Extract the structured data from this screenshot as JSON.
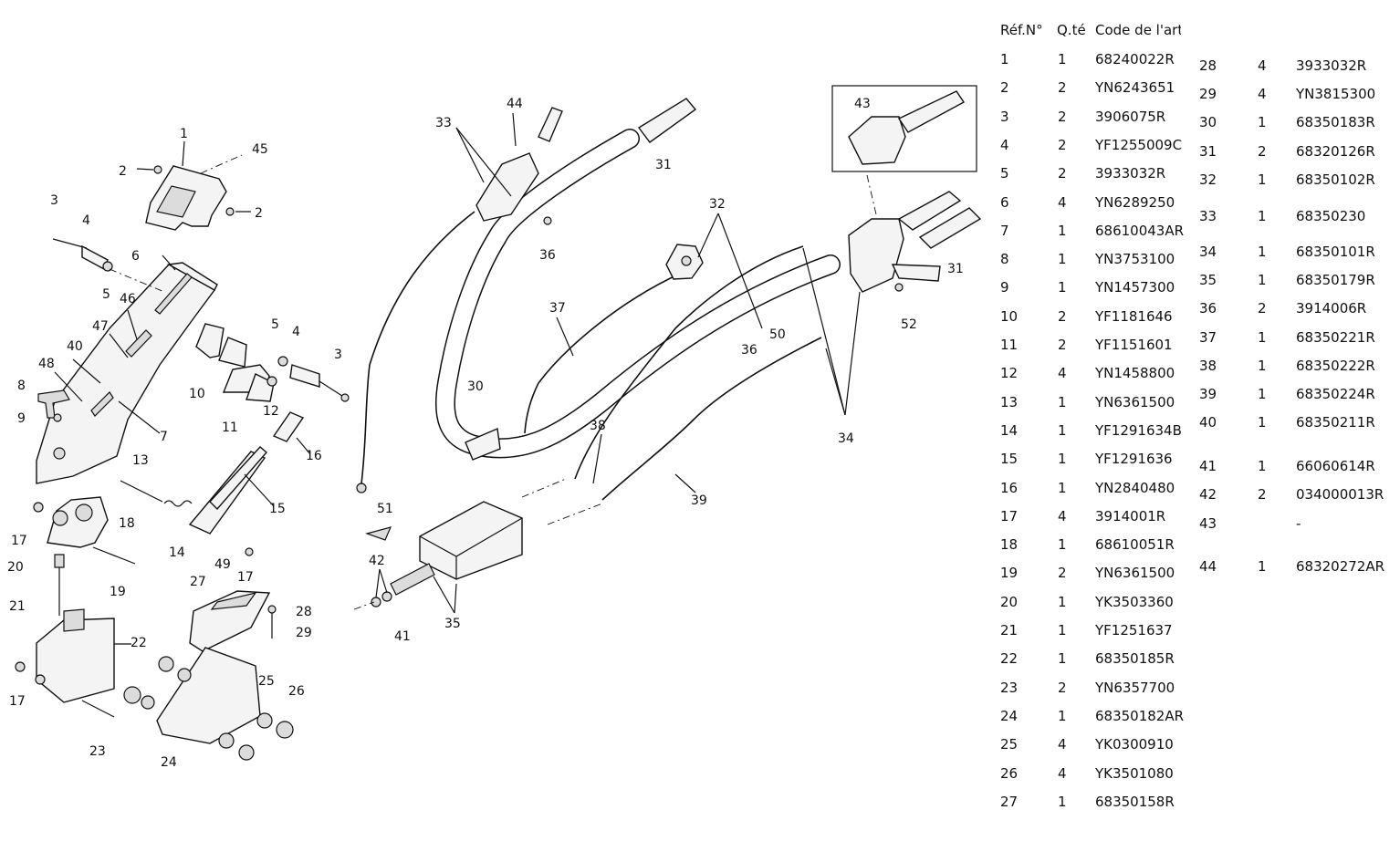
{
  "table": {
    "headers": {
      "ref": "Réf.N°",
      "qty": "Q.té",
      "code": "Code de l'art"
    },
    "rows_left": [
      {
        "ref": "1",
        "qty": "1",
        "code": "68240022R"
      },
      {
        "ref": "2",
        "qty": "2",
        "code": "YN6243651"
      },
      {
        "ref": "3",
        "qty": "2",
        "code": "3906075R"
      },
      {
        "ref": "4",
        "qty": "2",
        "code": "YF1255009C"
      },
      {
        "ref": "5",
        "qty": "2",
        "code": "3933032R"
      },
      {
        "ref": "6",
        "qty": "4",
        "code": "YN6289250"
      },
      {
        "ref": "7",
        "qty": "1",
        "code": "68610043AR"
      },
      {
        "ref": "8",
        "qty": "1",
        "code": "YN3753100"
      },
      {
        "ref": "9",
        "qty": "1",
        "code": "YN1457300"
      },
      {
        "ref": "10",
        "qty": "2",
        "code": "YF1181646"
      },
      {
        "ref": "11",
        "qty": "2",
        "code": "YF1151601"
      },
      {
        "ref": "12",
        "qty": "4",
        "code": "YN1458800"
      },
      {
        "ref": "13",
        "qty": "1",
        "code": "YN6361500"
      },
      {
        "ref": "14",
        "qty": "1",
        "code": "YF1291634B"
      },
      {
        "ref": "15",
        "qty": "1",
        "code": "YF1291636"
      },
      {
        "ref": "16",
        "qty": "1",
        "code": "YN2840480"
      },
      {
        "ref": "17",
        "qty": "4",
        "code": "3914001R"
      },
      {
        "ref": "18",
        "qty": "1",
        "code": "68610051R"
      },
      {
        "ref": "19",
        "qty": "2",
        "code": "YN6361500"
      },
      {
        "ref": "20",
        "qty": "1",
        "code": "YK3503360"
      },
      {
        "ref": "21",
        "qty": "1",
        "code": "YF1251637"
      },
      {
        "ref": "22",
        "qty": "1",
        "code": "68350185R"
      },
      {
        "ref": "23",
        "qty": "2",
        "code": "YN6357700"
      },
      {
        "ref": "24",
        "qty": "1",
        "code": "68350182AR"
      },
      {
        "ref": "25",
        "qty": "4",
        "code": "YK0300910"
      },
      {
        "ref": "26",
        "qty": "4",
        "code": "YK3501080"
      },
      {
        "ref": "27",
        "qty": "1",
        "code": "68350158R"
      }
    ],
    "rows_right": [
      {
        "ref": "28",
        "qty": "4",
        "code": "3933032R"
      },
      {
        "ref": "29",
        "qty": "4",
        "code": "YN3815300"
      },
      {
        "ref": "30",
        "qty": "1",
        "code": "68350183R"
      },
      {
        "ref": "31",
        "qty": "2",
        "code": "68320126R"
      },
      {
        "ref": "32",
        "qty": "1",
        "code": "68350102R"
      },
      {
        "ref": "33",
        "qty": "1",
        "code": "68350230"
      },
      {
        "ref": "34",
        "qty": "1",
        "code": "68350101R"
      },
      {
        "ref": "35",
        "qty": "1",
        "code": "68350179R"
      },
      {
        "ref": "36",
        "qty": "2",
        "code": "3914006R"
      },
      {
        "ref": "37",
        "qty": "1",
        "code": "68350221R"
      },
      {
        "ref": "38",
        "qty": "1",
        "code": "68350222R"
      },
      {
        "ref": "39",
        "qty": "1",
        "code": "68350224R"
      },
      {
        "ref": "40",
        "qty": "1",
        "code": "68350211R"
      },
      {
        "ref": "41",
        "qty": "1",
        "code": "66060614R"
      },
      {
        "ref": "42",
        "qty": "2",
        "code": "034000013R"
      },
      {
        "ref": "43",
        "qty": "",
        "code": "-"
      },
      {
        "ref": "44",
        "qty": "1",
        "code": "68320272AR"
      }
    ]
  },
  "callouts": [
    "1",
    "2",
    "2",
    "3",
    "3",
    "4",
    "4",
    "5",
    "5",
    "6",
    "7",
    "8",
    "9",
    "10",
    "11",
    "12",
    "13",
    "14",
    "15",
    "16",
    "17",
    "17",
    "17",
    "18",
    "19",
    "20",
    "21",
    "22",
    "23",
    "24",
    "25",
    "26",
    "27",
    "28",
    "29",
    "30",
    "31",
    "31",
    "32",
    "33",
    "34",
    "35",
    "36",
    "36",
    "37",
    "38",
    "39",
    "40",
    "41",
    "42",
    "43",
    "44",
    "45",
    "46",
    "47",
    "48",
    "49",
    "50",
    "51",
    "52"
  ]
}
